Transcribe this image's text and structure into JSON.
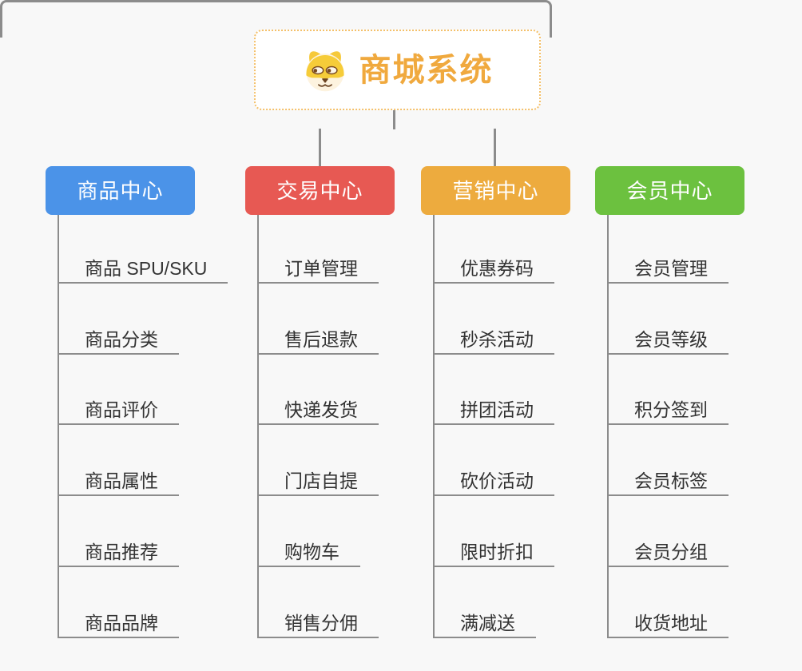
{
  "root": {
    "title": "商城系统",
    "icon": "doge-face-icon",
    "border_color": "#f4c06a",
    "text_color": "#f0a93e",
    "background": "#ffffff"
  },
  "canvas": {
    "background": "#f8f8f8",
    "connector_color": "#8c8c8c",
    "child_text_color": "#333333"
  },
  "branches": [
    {
      "label": "商品中心",
      "color": "#4b93e8",
      "children": [
        "商品 SPU/SKU",
        "商品分类",
        "商品评价",
        "商品属性",
        "商品推荐",
        "商品品牌"
      ]
    },
    {
      "label": "交易中心",
      "color": "#e75953",
      "children": [
        "订单管理",
        "售后退款",
        "快递发货",
        "门店自提",
        "购物车",
        "销售分佣"
      ]
    },
    {
      "label": "营销中心",
      "color": "#edab3e",
      "children": [
        "优惠券码",
        "秒杀活动",
        "拼团活动",
        "砍价活动",
        "限时折扣",
        "满减送"
      ]
    },
    {
      "label": "会员中心",
      "color": "#6cc13f",
      "children": [
        "会员管理",
        "会员等级",
        "积分签到",
        "会员标签",
        "会员分组",
        "收货地址"
      ]
    }
  ]
}
